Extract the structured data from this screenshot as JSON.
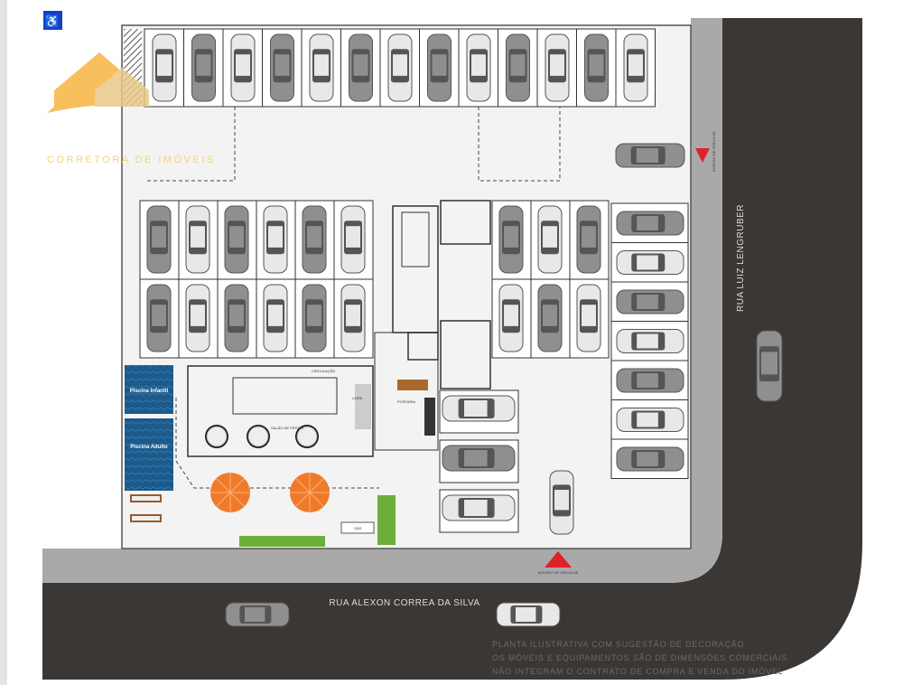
{
  "logo": {
    "text": "CORRETORA DE IMÓVEIS"
  },
  "accessibility_badge": {
    "icon": "wheelchair-icon",
    "color": "#1340c8"
  },
  "streets": {
    "right": "RUA LUIZ LENGRUBER",
    "bottom": "RUA ALEXON CORREA DA SILVA"
  },
  "entrances": {
    "right": "ACESSO DE VEÍCULOS",
    "bottom": "ACESSO DE VEÍCULOS",
    "marker_color": "#e0202a"
  },
  "rooms": {
    "circulation": "CIRCULAÇÃO",
    "party_hall": "SALÃO DE FESTAS",
    "kitchen": "COPA",
    "gas": "GÁS",
    "lobby": "PORTARIA"
  },
  "pools": {
    "kids": "Piscina Infantil",
    "adult": "Piscina Adulto",
    "color": "#1c5a8c"
  },
  "footnote": [
    "PLANTA ILUSTRATIVA COM SUGESTÃO DE DECORAÇÃO",
    "OS MÓVEIS E EQUIPAMENTOS SÃO DE DIMENSÕES COMERCIAIS",
    "NÃO INTEGRAM O CONTRATO DE COMPRA E VENDA DO IMÓVEL"
  ],
  "colors": {
    "road": "#3a3735",
    "sidewalk": "#a9a9a9",
    "umbrella": "#f07a2a"
  }
}
